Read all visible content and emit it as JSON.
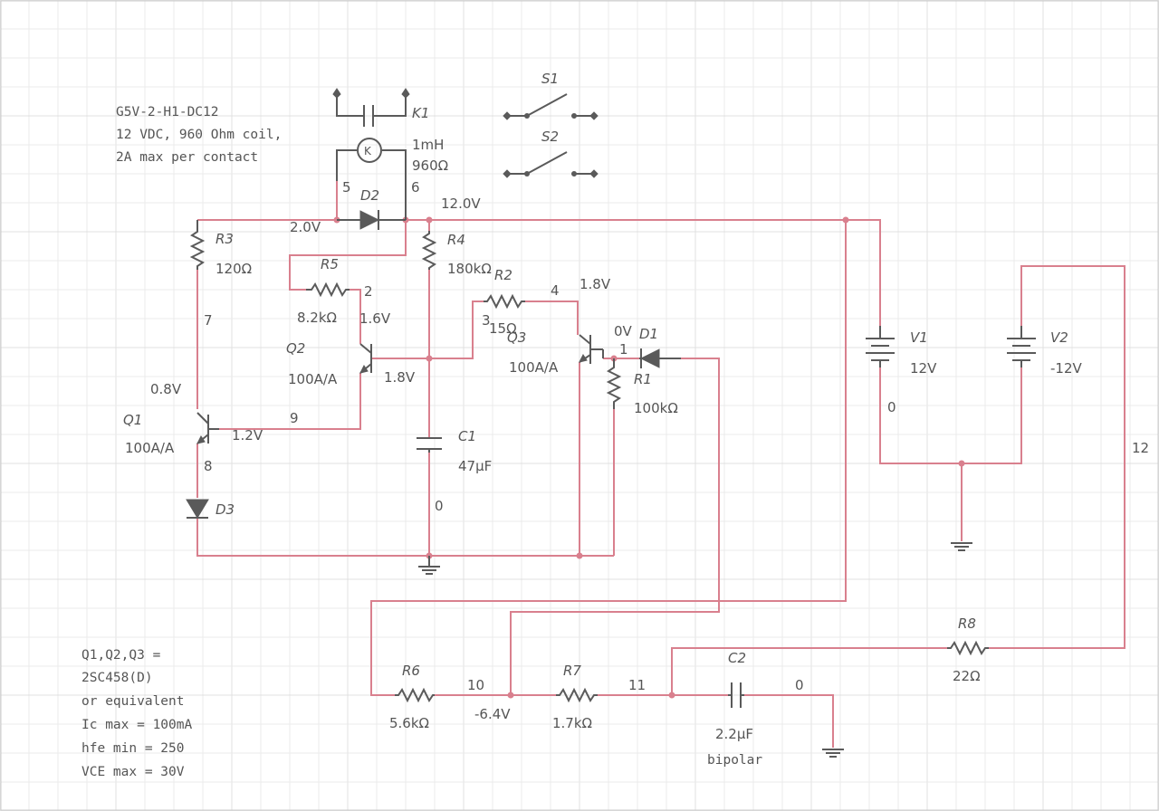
{
  "relay_note": {
    "lines": [
      "G5V-2-H1-DC12",
      "12 VDC, 960 Ohm coil,",
      "2A max per contact"
    ]
  },
  "transistor_note": {
    "lines": [
      "Q1,Q2,Q3 =",
      "2SC458(D)",
      "or equivalent",
      "Ic max = 100mA",
      "hfe min = 250",
      "VCE max = 30V"
    ]
  },
  "components": {
    "K1": {
      "ref": "K1",
      "inductance": "1mH",
      "resistance": "960Ω"
    },
    "S1": {
      "ref": "S1"
    },
    "S2": {
      "ref": "S2"
    },
    "D1": {
      "ref": "D1"
    },
    "D2": {
      "ref": "D2"
    },
    "D3": {
      "ref": "D3"
    },
    "R1": {
      "ref": "R1",
      "value": "100kΩ"
    },
    "R2": {
      "ref": "R2",
      "value": "15Ω"
    },
    "R3": {
      "ref": "R3",
      "value": "120Ω"
    },
    "R4": {
      "ref": "R4",
      "value": "180kΩ"
    },
    "R5": {
      "ref": "R5",
      "value": "8.2kΩ"
    },
    "R6": {
      "ref": "R6",
      "value": "5.6kΩ"
    },
    "R7": {
      "ref": "R7",
      "value": "1.7kΩ"
    },
    "R8": {
      "ref": "R8",
      "value": "22Ω"
    },
    "Q1": {
      "ref": "Q1",
      "value": "100A/A"
    },
    "Q2": {
      "ref": "Q2",
      "value": "100A/A"
    },
    "Q3": {
      "ref": "Q3",
      "value": "100A/A"
    },
    "C1": {
      "ref": "C1",
      "value": "47µF"
    },
    "C2": {
      "ref": "C2",
      "value": "2.2µF",
      "type": "bipolar"
    },
    "V1": {
      "ref": "V1",
      "value": "12V"
    },
    "V2": {
      "ref": "V2",
      "value": "-12V"
    }
  },
  "nodes": {
    "n0_c1": "0",
    "n0_v": "0",
    "n0_c2": "0",
    "n1": "1",
    "n2": "2",
    "n3": "3",
    "n4": "4",
    "n5": "5",
    "n6": "6",
    "n7": "7",
    "n8": "8",
    "n9": "9",
    "n10": "10",
    "n11": "11",
    "n12": "12"
  },
  "voltages": {
    "v_12": "12.0V",
    "v_2_0": "2.0V",
    "v_1_6": "1.6V",
    "v_1_8_q2": "1.8V",
    "v_1_8_q3": "1.8V",
    "v_0": "0V",
    "v_0_8": "0.8V",
    "v_1_2": "1.2V",
    "v_neg6_4": "-6.4V"
  },
  "colors": {
    "wire": "#d9808e",
    "component": "#5a5a5a",
    "grid": "#ebebeb"
  }
}
